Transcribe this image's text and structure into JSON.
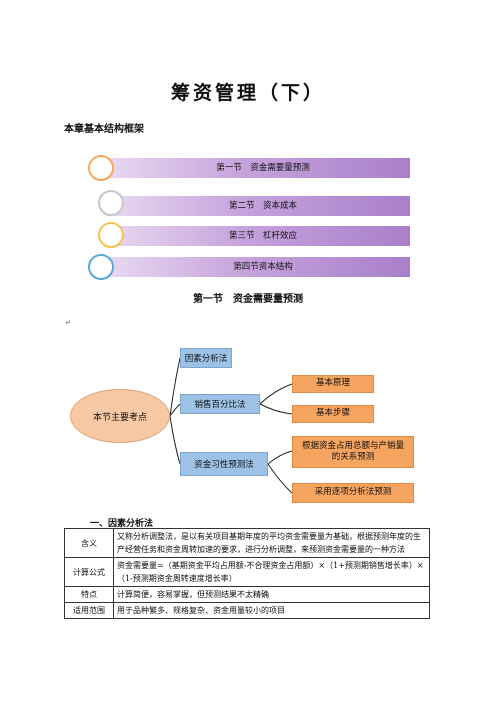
{
  "page": {
    "title": "筹资管理（下）",
    "structure_heading": "本章基本结构框架",
    "section_heading": "第一节　资金需要量预测",
    "margin_mark": "↵",
    "part_one_heading": "一、因素分析法"
  },
  "framework": {
    "items": [
      {
        "label": "第一节　资金需要量预测"
      },
      {
        "label": "第二节　资本成本"
      },
      {
        "label": "第三节　杠杆效应"
      },
      {
        "label": "第四节资本结构"
      }
    ]
  },
  "mindmap": {
    "root": "本节主要考点",
    "branches": [
      {
        "label": "因素分析法",
        "children": []
      },
      {
        "label": "销售百分比法",
        "children": [
          {
            "label": "基本原理"
          },
          {
            "label": "基本步骤"
          }
        ]
      },
      {
        "label": "资金习性预测法",
        "children": [
          {
            "label": "根据资金占用总额与产销量的关系预测"
          },
          {
            "label": "采用逐项分析法预测"
          }
        ]
      }
    ]
  },
  "factor_table": {
    "rows": [
      {
        "label": "含义",
        "text": "又称分析调整法，是以有关项目基期年度的平均资金需要量为基础，根据预测年度的生产经营任务和资金周转加速的要求，进行分析调整，来预测资金需要量的一种方法"
      },
      {
        "label": "计算公式",
        "text": "资金需要量=（基期资金平均占用额-不合理资金占用额）×（1+预测期销售增长率）×（1-预测期资金周转速度增长率）"
      },
      {
        "label": "特点",
        "text": "计算简便，容易掌握，但预测结果不太精确"
      },
      {
        "label": "适用范围",
        "text": "用于品种繁多、规格复杂、资金用量较小的项目"
      }
    ]
  },
  "colors": {
    "bar_start": "#e9d9f1",
    "bar_end": "#a97fcb",
    "node_blue": "#9cc3e6",
    "node_orange": "#f6a561",
    "root_fill": "#f6c9a4"
  }
}
